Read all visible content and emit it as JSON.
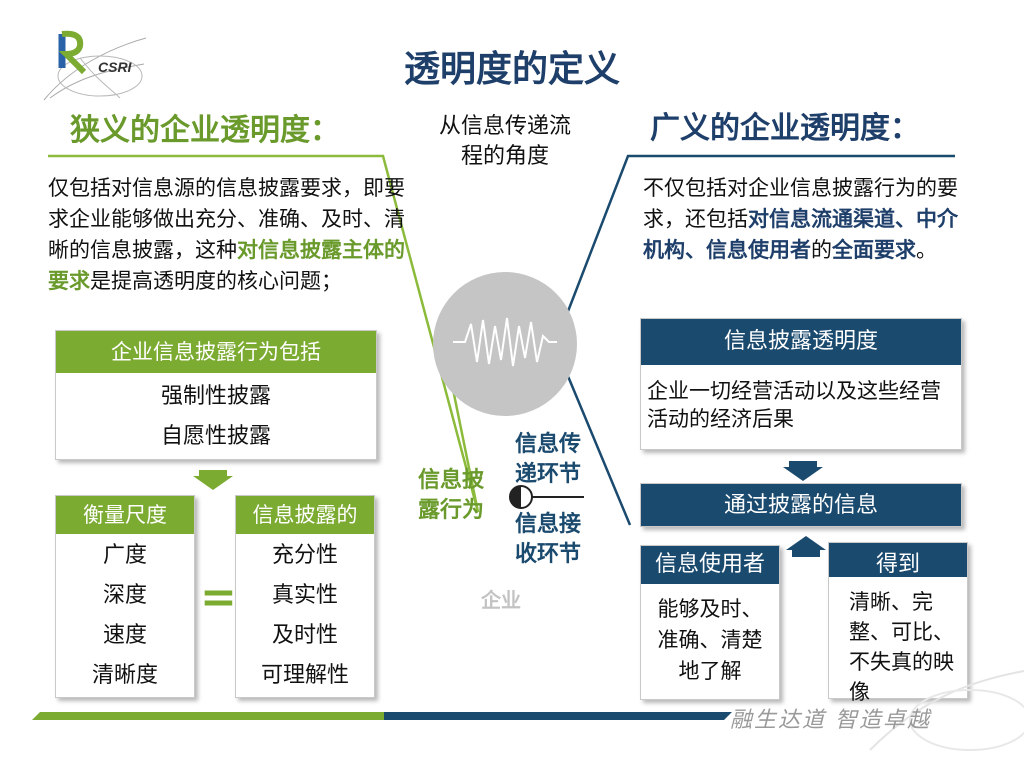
{
  "header": {
    "title": "透明度的定义",
    "logo_text": "CSRI"
  },
  "narrow": {
    "heading": "狭义的企业透明度：",
    "para_part1": "仅包括对信息源的信息披露要求，即要求企业能够做出充分、准确、及时、清晰的信息披露，这种",
    "para_highlight": "对信息披露主体的要求",
    "para_part2": "是提高透明度的核心问题；",
    "behavior_box": {
      "header": "企业信息披露行为包括",
      "items": [
        "强制性披露",
        "自愿性披露"
      ]
    },
    "measure_box": {
      "header": "衡量尺度",
      "items": [
        "广度",
        "深度",
        "速度",
        "清晰度"
      ]
    },
    "equals": "=",
    "quality_box": {
      "header": "信息披露的",
      "items": [
        "充分性",
        "真实性",
        "及时性",
        "可理解性"
      ]
    }
  },
  "middle": {
    "note": "从信息传递流程的角度",
    "disclosure_label": "信息披露行为",
    "transmit_label": "信息传递环节",
    "receive_label": "信息接收环节",
    "enterprise_label": "企业"
  },
  "broad": {
    "heading": "广义的企业透明度：",
    "para_part1": "不仅包括对企业信息披露行为的要求，还包括",
    "para_highlight1": "对信息流通渠道、中介机构、信息使用者",
    "para_part2": "的",
    "para_highlight2": "全面要求",
    "para_part3": "。",
    "transparency_box": {
      "header": "信息披露透明度",
      "body": "企业一切经营活动以及这些经营活动的经济后果"
    },
    "disclosed_info": "通过披露的信息",
    "user_box": {
      "header": "信息使用者",
      "body": "能够及时、准确、清楚地了解"
    },
    "get_box": {
      "header": "得到",
      "body": "清晰、完整、可比、不失真的映像"
    }
  },
  "footer": {
    "slogan": "融生达道  智造卓越"
  },
  "colors": {
    "green": "#7cab32",
    "navy": "#1b4a6f",
    "title_navy": "#1f3f6b"
  }
}
